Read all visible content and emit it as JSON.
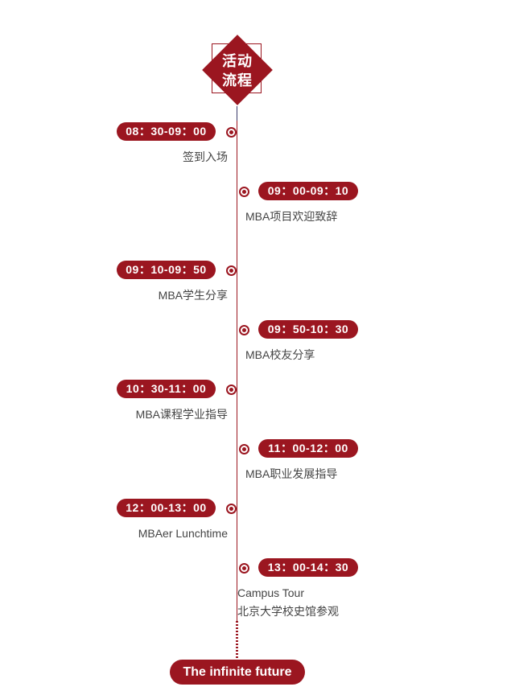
{
  "header": {
    "line1": "活动",
    "line2": "流程"
  },
  "schedule": [
    {
      "time": "08：30-09：00",
      "title": "签到入场",
      "side": "left"
    },
    {
      "time": "09：00-09：10",
      "title": "MBA项目欢迎致辞",
      "side": "right"
    },
    {
      "time": "09：10-09：50",
      "title": "MBA学生分享",
      "side": "left"
    },
    {
      "time": "09：50-10：30",
      "title": "MBA校友分享",
      "side": "right"
    },
    {
      "time": "10：30-11：00",
      "title": "MBA课程学业指导",
      "side": "left"
    },
    {
      "time": "11：00-12：00",
      "title": "MBA职业发展指导",
      "side": "right"
    },
    {
      "time": "12：00-13：00",
      "title": "MBAer Lunchtime",
      "side": "left"
    },
    {
      "time": "13：00-14：30",
      "title": "Campus Tour",
      "title2": "北京大学校史馆参观",
      "side": "right"
    }
  ],
  "footer": {
    "label": "The infinite future"
  },
  "colors": {
    "accent": "#9b1620",
    "text": "#444444"
  }
}
